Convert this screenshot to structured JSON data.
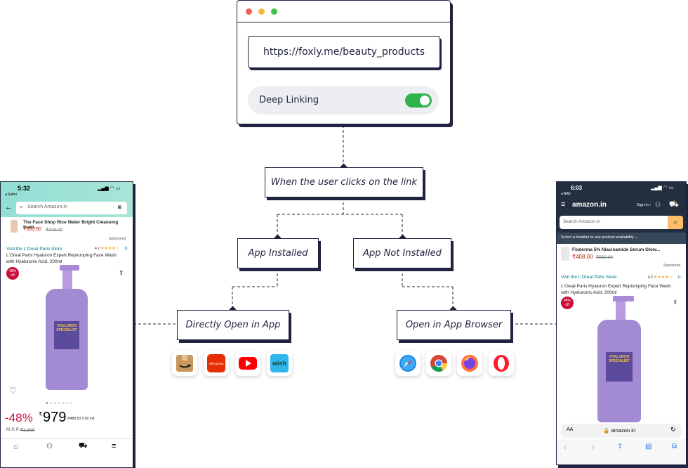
{
  "browser_window": {
    "url": "https://foxly.me/beauty_products",
    "deep_linking_label": "Deep Linking",
    "deep_linking_on": true,
    "traffic_light_colors": [
      "#f25f58",
      "#f5b93a",
      "#3ec34a"
    ]
  },
  "flow": {
    "trigger": "When the user clicks on the link",
    "branch_left": "App Installed",
    "branch_right": "App Not Installed",
    "outcome_left": "Directly Open in App",
    "outcome_right": "Open in App Browser"
  },
  "app_icons": [
    {
      "name": "amazon-icon",
      "label": ""
    },
    {
      "name": "aliexpress-icon",
      "label": "AliExpress"
    },
    {
      "name": "youtube-icon",
      "label": ""
    },
    {
      "name": "wish-icon",
      "label": "wish"
    }
  ],
  "browser_icons": [
    {
      "name": "safari-icon"
    },
    {
      "name": "chrome-icon"
    },
    {
      "name": "firefox-icon"
    },
    {
      "name": "opera-icon"
    }
  ],
  "left_phone": {
    "time": "5:32",
    "back_app": "◂ Safari",
    "search_placeholder": "Search Amazon.in",
    "promo_title": "The Face Shop Rice Water Bright Cleansing foam...",
    "promo_price": "₹300.00",
    "promo_mrp": "₹349.00",
    "sponsored": "Sponsored",
    "store_link": "Visit the L'Oreal Paris Store",
    "rating": "4.2",
    "rating_count": "11",
    "product_title": "L'Oreal Paris Hyaluron Expert Replumping Face Wash with Hyaluronic Acid, 200ml",
    "discount_badge_top": "48%",
    "discount_badge_bottom": "off",
    "bottle_label_1": "HYALURON",
    "bottle_label_2": "SPECIALIST",
    "discount": "-48%",
    "price_symbol": "₹",
    "price": "979",
    "unit_price": "(₹489.50 /100 ml)",
    "mrp_label": "M.R.P.:",
    "mrp_value": "₹1,899"
  },
  "right_phone": {
    "time": "6:03",
    "back_app": "◂ Nifty",
    "logo": "amazon.in",
    "sign_in": "Sign in ›",
    "cart_count": "0",
    "search_placeholder": "Search Amazon.in",
    "location": "Select a location to see product availability ⌄",
    "promo_title": "Fixderma 5% Niacinamide Serum Glow...",
    "promo_price": "₹408.00",
    "promo_mrp": "₹560.00",
    "sponsored": "Sponsored",
    "store_link": "Visit the L'Oreal Paris Store",
    "rating": "4.2",
    "rating_count": "11",
    "product_title": "L'Oreal Paris Hyaluron Expert Replumping Face Wash with Hyaluronic Acid, 200ml",
    "discount_badge_top": "48%",
    "discount_badge_bottom": "off",
    "bottle_label_1": "HYALURON",
    "bottle_label_2": "SPECIALIST",
    "address_aa": "AA",
    "address_url": "🔒 amazon.in"
  },
  "colors": {
    "ink": "#1f2340",
    "toggle_green": "#2fb24a",
    "amazon_teal": "#93dfd4",
    "amazon_dark": "#232f3e",
    "price_red": "#b12704",
    "bottle_purple": "#a28bd3"
  }
}
